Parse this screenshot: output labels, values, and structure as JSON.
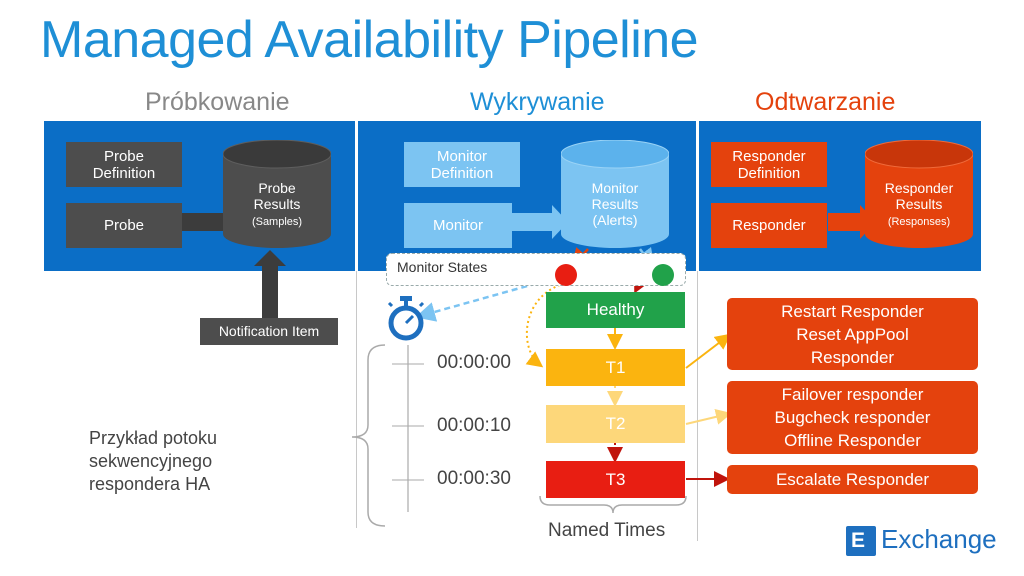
{
  "title": "Managed Availability Pipeline",
  "sections": {
    "sampling": "Próbkowanie",
    "detection": "Wykrywanie",
    "recovery": "Odtwarzanie"
  },
  "probe": {
    "definition": "Probe\nDefinition",
    "probe": "Probe",
    "results_title": "Probe\nResults",
    "results_sub": "(Samples)",
    "notification": "Notification Item"
  },
  "monitor": {
    "definition": "Monitor\nDefinition",
    "monitor": "Monitor",
    "results_title": "Monitor\nResults\n(Alerts)"
  },
  "responder": {
    "definition": "Responder\nDefinition",
    "responder": "Responder",
    "results_title": "Responder\nResults",
    "results_sub": "(Responses)"
  },
  "monitor_states": "Monitor States",
  "states": [
    "Healthy",
    "T1",
    "T2",
    "T3"
  ],
  "timers": [
    "00:00:00",
    "00:00:10",
    "00:00:30"
  ],
  "named_times": "Named Times",
  "responders": [
    [
      "Restart Responder",
      "Reset AppPool",
      "Responder"
    ],
    [
      "Failover responder",
      "Bugcheck responder",
      "Offline Responder"
    ],
    [
      "Escalate Responder"
    ]
  ],
  "example_note": "Przykład potoku\nsekwencyjnego\nrespondera HA",
  "brand": "Exchange",
  "colors": {
    "accent": "#1e8fd6",
    "band": "#0b6ec6",
    "probe": "#4d4d4d",
    "monitor": "#7cc4f2",
    "responder": "#e4420d",
    "healthy": "#21a24a",
    "t1": "#fbb40f",
    "t2": "#fdd77a",
    "t3": "#e81e12"
  }
}
